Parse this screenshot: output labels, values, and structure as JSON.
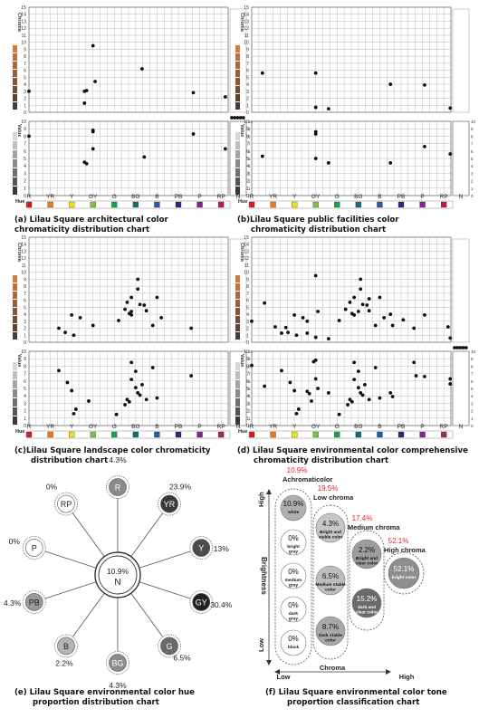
{
  "colors": {
    "hue_swatches": [
      "#e3141b",
      "#f07a1a",
      "#f2e40a",
      "#7dc242",
      "#12a64a",
      "#0f6e78",
      "#2d58a7",
      "#262a80",
      "#8c1f8f",
      "#b81b5c"
    ],
    "chroma_scale": [
      "#4a3a33",
      "#5a4436",
      "#6e4e38",
      "#82573a",
      "#985f3b",
      "#ad673c",
      "#c0703d",
      "#d27b41"
    ],
    "value_scale": [
      "#3a3a3a",
      "#555555",
      "#6f6f6f",
      "#8a8a8a",
      "#a4a4a4",
      "#bfbfbf",
      "#d8d8d8"
    ],
    "accent_red": "#d42a2a"
  },
  "chart_labels": {
    "chroma": "Chroma",
    "value": "Value",
    "hue": "Hue",
    "hue_names": [
      "R",
      "YR",
      "Y",
      "GY",
      "G",
      "BG",
      "B",
      "PB",
      "P",
      "RP"
    ],
    "n_label": "N",
    "chroma_ticks": [
      "0",
      "1",
      "2",
      "3",
      "4",
      "5",
      "6",
      "7",
      "8",
      "9",
      "10",
      "11",
      "12",
      "13",
      "14",
      "15"
    ],
    "value_ticks": [
      "0",
      "1",
      "2",
      "3",
      "4",
      "5",
      "6",
      "7",
      "8",
      "9",
      "10"
    ]
  },
  "captions": {
    "a": [
      "(a) Lilau Square architectural color",
      "chromaticity distribution chart"
    ],
    "b": [
      "(b)Lilau Square public facilities  color",
      "chromaticity distribution chart"
    ],
    "c": [
      "(c)Lilau Square landscape color chromaticity",
      "distribution chart"
    ],
    "d": [
      "(d) Lilau Square environmental color comprehensive",
      "chromaticity distribution chart"
    ],
    "e": [
      "(e) Lilau Square environmental color hue",
      "proportion distribution chart"
    ],
    "f": [
      "(f) Lilau Square environmental color tone",
      "proportion classification chart"
    ]
  },
  "chart_data": [
    {
      "id": "a",
      "type": "scatter",
      "chroma_points": [
        [
          0,
          3
        ],
        [
          2.6,
          3
        ],
        [
          2.7,
          3.1
        ],
        [
          2.6,
          1.3
        ],
        [
          3,
          9.5
        ],
        [
          3.1,
          4.4
        ],
        [
          5.3,
          6.2
        ],
        [
          7.7,
          2.8
        ],
        [
          9.2,
          2.2
        ]
      ],
      "value_points": [
        [
          0,
          8
        ],
        [
          2.6,
          4.5
        ],
        [
          2.7,
          4.3
        ],
        [
          3,
          8.8
        ],
        [
          3,
          8.6
        ],
        [
          3,
          6.3
        ],
        [
          5.4,
          5.2
        ],
        [
          7.7,
          8.3
        ],
        [
          9.2,
          6.3
        ]
      ],
      "neutral_points": [
        9.5,
        9.5,
        9.5,
        9.5,
        9.5
      ]
    },
    {
      "id": "b",
      "type": "scatter",
      "chroma_points": [
        [
          0.5,
          5.6
        ],
        [
          3,
          5.6
        ],
        [
          3,
          0.7
        ],
        [
          3.6,
          0.5
        ],
        [
          6.5,
          4
        ],
        [
          8.1,
          3.9
        ],
        [
          9.3,
          0.6
        ]
      ],
      "value_points": [
        [
          0.5,
          5.3
        ],
        [
          3,
          8.6
        ],
        [
          3,
          8.3
        ],
        [
          3,
          5
        ],
        [
          3.6,
          4.4
        ],
        [
          6.5,
          4.4
        ],
        [
          8.1,
          6.6
        ],
        [
          9.3,
          5.6
        ]
      ],
      "neutral_points": []
    },
    {
      "id": "c",
      "type": "scatter",
      "chroma_points": [
        [
          1.4,
          2
        ],
        [
          1.7,
          1.4
        ],
        [
          2,
          3.9
        ],
        [
          2.1,
          1
        ],
        [
          2.4,
          3.5
        ],
        [
          3,
          2.4
        ],
        [
          4.2,
          3.1
        ],
        [
          4.5,
          4.7
        ],
        [
          4.6,
          5.7
        ],
        [
          4.7,
          4.1
        ],
        [
          4.8,
          4.4
        ],
        [
          4.8,
          3.9
        ],
        [
          4.8,
          6.4
        ],
        [
          5.1,
          9
        ],
        [
          5.1,
          7.6
        ],
        [
          5.2,
          5.4
        ],
        [
          5.4,
          5.3
        ],
        [
          5.5,
          4.5
        ],
        [
          5.8,
          2.4
        ],
        [
          6,
          6.4
        ],
        [
          6.2,
          3.5
        ],
        [
          7.6,
          2
        ]
      ],
      "value_points": [
        [
          1.4,
          7.4
        ],
        [
          1.8,
          5.8
        ],
        [
          2,
          4.7
        ],
        [
          2.1,
          1.6
        ],
        [
          2.2,
          2.2
        ],
        [
          2.8,
          3.3
        ],
        [
          4.1,
          1.5
        ],
        [
          4.5,
          2.8
        ],
        [
          4.6,
          3.5
        ],
        [
          4.7,
          3.2
        ],
        [
          4.8,
          6.2
        ],
        [
          4.8,
          8.5
        ],
        [
          5,
          7.3
        ],
        [
          5,
          5.1
        ],
        [
          5.1,
          4.4
        ],
        [
          5.2,
          4.1
        ],
        [
          5.3,
          5.5
        ],
        [
          5.5,
          3.5
        ],
        [
          5.8,
          7.8
        ],
        [
          6,
          3.7
        ],
        [
          7.6,
          6.7
        ]
      ],
      "neutral_points": []
    },
    {
      "id": "d",
      "type": "scatter",
      "chroma_points": [
        [
          0,
          3
        ],
        [
          0.6,
          5.6
        ],
        [
          1.1,
          2.2
        ],
        [
          1.4,
          1.3
        ],
        [
          1.6,
          2.1
        ],
        [
          1.7,
          1.4
        ],
        [
          2,
          3.9
        ],
        [
          2.1,
          1
        ],
        [
          2.4,
          3.5
        ],
        [
          2.6,
          3
        ],
        [
          2.6,
          1.3
        ],
        [
          3,
          9.5
        ],
        [
          3,
          0.7
        ],
        [
          3.1,
          4.4
        ],
        [
          3.6,
          0.5
        ],
        [
          4.1,
          3.1
        ],
        [
          4.4,
          4.7
        ],
        [
          4.6,
          5.7
        ],
        [
          4.7,
          4.1
        ],
        [
          4.8,
          3.9
        ],
        [
          4.8,
          6.4
        ],
        [
          5,
          4.4
        ],
        [
          5.1,
          9
        ],
        [
          5.1,
          7.6
        ],
        [
          5.2,
          5.4
        ],
        [
          5.4,
          5.3
        ],
        [
          5.5,
          4.5
        ],
        [
          5.5,
          6.2
        ],
        [
          5.8,
          2.4
        ],
        [
          6,
          6.4
        ],
        [
          6.2,
          3.5
        ],
        [
          6.5,
          4
        ],
        [
          6.6,
          2.4
        ],
        [
          7.1,
          3.2
        ],
        [
          7.6,
          2
        ],
        [
          8.1,
          3.9
        ],
        [
          9.2,
          2.2
        ],
        [
          9.3,
          0.6
        ]
      ],
      "value_points": [
        [
          0,
          8.1
        ],
        [
          0.6,
          5.3
        ],
        [
          1.4,
          7.4
        ],
        [
          1.8,
          5.8
        ],
        [
          2,
          4.7
        ],
        [
          2.1,
          1.6
        ],
        [
          2.2,
          2.2
        ],
        [
          2.6,
          4.6
        ],
        [
          2.7,
          4.3
        ],
        [
          2.8,
          3.3
        ],
        [
          2.9,
          8.6
        ],
        [
          3,
          8.8
        ],
        [
          3,
          6.3
        ],
        [
          3.1,
          5
        ],
        [
          3.6,
          4.4
        ],
        [
          4.1,
          1.5
        ],
        [
          4.5,
          2.8
        ],
        [
          4.6,
          3.5
        ],
        [
          4.7,
          3.2
        ],
        [
          4.8,
          6.2
        ],
        [
          4.8,
          8.5
        ],
        [
          5,
          7.3
        ],
        [
          5,
          5.1
        ],
        [
          5.1,
          4.4
        ],
        [
          5.2,
          4.1
        ],
        [
          5.3,
          5.5
        ],
        [
          5.5,
          3.5
        ],
        [
          5.8,
          7.8
        ],
        [
          6,
          3.7
        ],
        [
          6.5,
          4.4
        ],
        [
          6.6,
          3.9
        ],
        [
          7.6,
          8.5
        ],
        [
          7.7,
          6.7
        ],
        [
          8.1,
          6.6
        ],
        [
          9.3,
          5.6
        ],
        [
          9.3,
          6.3
        ]
      ],
      "neutral_points": [
        9.5,
        9.5,
        9.5,
        9.5,
        9.5
      ]
    },
    {
      "id": "e",
      "type": "pie",
      "center": {
        "label": "N",
        "value": "10.9%"
      },
      "hues": [
        {
          "label": "R",
          "value": "4.3%",
          "fill": "#8a8a8a",
          "text": "#ffffff"
        },
        {
          "label": "YR",
          "value": "23.9%",
          "fill": "#3a3a3a",
          "text": "#ffffff"
        },
        {
          "label": "Y",
          "value": "13%",
          "fill": "#4c4c4c",
          "text": "#ffffff"
        },
        {
          "label": "GY",
          "value": "30.4%",
          "fill": "#222222",
          "text": "#ffffff"
        },
        {
          "label": "G",
          "value": "6.5%",
          "fill": "#6a6a6a",
          "text": "#ffffff"
        },
        {
          "label": "BG",
          "value": "4.3%",
          "fill": "#8c8c8c",
          "text": "#ffffff"
        },
        {
          "label": "B",
          "value": "2.2%",
          "fill": "#b4b4b4",
          "text": "#222222"
        },
        {
          "label": "PB",
          "value": "4.3%",
          "fill": "#9a9a9a",
          "text": "#222222"
        },
        {
          "label": "P",
          "value": "0%",
          "fill": "#ffffff",
          "text": "#222222"
        },
        {
          "label": "RP",
          "value": "0%",
          "fill": "#ffffff",
          "text": "#222222"
        }
      ]
    },
    {
      "id": "f",
      "type": "table",
      "axis": {
        "high": "High",
        "low": "Low",
        "brightness": "Brightness",
        "chroma": "Chroma",
        "low_x": "Low",
        "high_x": "High"
      },
      "groups": [
        {
          "name": "Achromaticolor",
          "value": "10.9%"
        },
        {
          "name": "Low chroma",
          "value": "19.5%"
        },
        {
          "name": "Medium chroma",
          "value": "17.4%"
        },
        {
          "name": "High chroma",
          "value": "52.1%"
        }
      ],
      "tones": [
        {
          "value": "10.9%",
          "name": "white",
          "fill": "#b0b0b0",
          "text": "#111111"
        },
        {
          "value": "0%",
          "name": "bright gray",
          "fill": "#ffffff",
          "text": "#111111"
        },
        {
          "value": "0%",
          "name": "medium gray",
          "fill": "#ffffff",
          "text": "#111111"
        },
        {
          "value": "0%",
          "name": "dark gray",
          "fill": "#ffffff",
          "text": "#111111"
        },
        {
          "value": "0%",
          "name": "black",
          "fill": "#ffffff",
          "text": "#111111"
        },
        {
          "value": "4.3%",
          "name": "Bright and stable color",
          "fill": "#c6c6c6",
          "text": "#111111"
        },
        {
          "value": "6.5%",
          "name": "Medium stable color",
          "fill": "#bdbdbd",
          "text": "#111111"
        },
        {
          "value": "8.7%",
          "name": "Dark stable color",
          "fill": "#a8a8a8",
          "text": "#111111"
        },
        {
          "value": "2.2%",
          "name": "Bright and clear color",
          "fill": "#9c9c9c",
          "text": "#111111"
        },
        {
          "value": "15.2%",
          "name": "dark and clear color",
          "fill": "#6a6a6a",
          "text": "#ffffff"
        },
        {
          "value": "52.1%",
          "name": "bright color",
          "fill": "#8e8e8e",
          "text": "#ffffff"
        }
      ]
    }
  ]
}
